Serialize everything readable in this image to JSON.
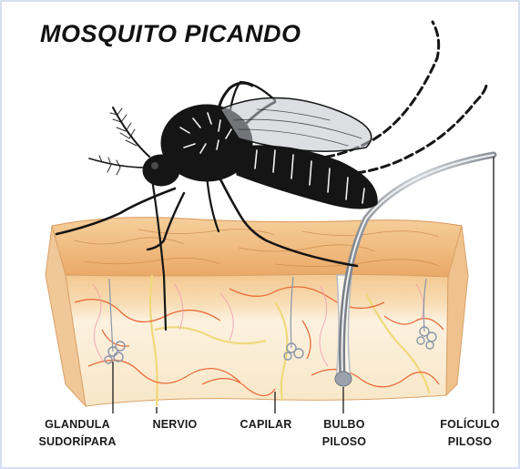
{
  "title": "MOSQUITO PICANDO",
  "labels": {
    "glandula": [
      "GLANDULA",
      "SUDORÍPARA"
    ],
    "nervio": [
      "NERVIO"
    ],
    "capilar": [
      "CAPILAR"
    ],
    "bulbo": [
      "BULBO",
      "PILOSO"
    ],
    "foliculo": [
      "FOLÍCULO",
      "PILOSO"
    ]
  },
  "colors": {
    "background": "#ffffff",
    "border": "#d7ddf2",
    "skin_top": "#f2c48c",
    "skin_epidermis": "#f6d7a6",
    "skin_dermis": "#fbefd8",
    "mosquito": "#151515",
    "capillary": "#e8602c",
    "nerve": "#f2e08a",
    "hair": "#9aa0a6"
  },
  "icons": [
    "mosquito-icon",
    "skin-cross-section-icon",
    "hair-icon",
    "sweat-gland-icon"
  ]
}
